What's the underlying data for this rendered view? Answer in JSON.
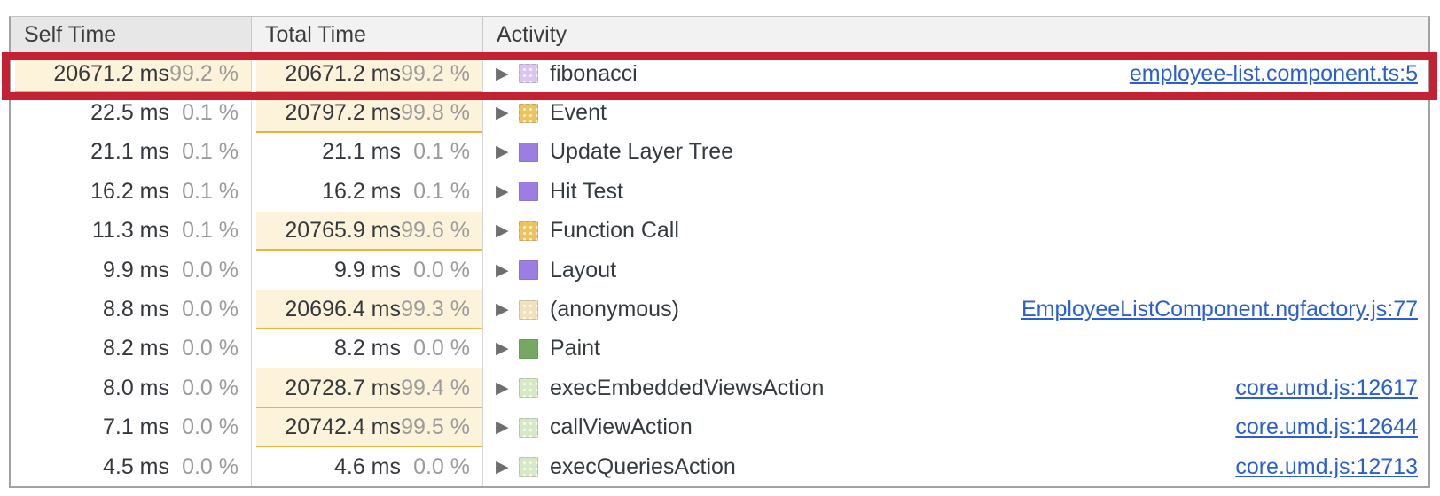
{
  "table": {
    "columns": [
      "Self Time",
      "Total Time",
      "Activity"
    ],
    "rows": [
      {
        "self_time": "20671.2 ms",
        "self_pct": "99.2 %",
        "self_highlight": true,
        "total_time": "20671.2 ms",
        "total_pct": "99.2 %",
        "total_highlight": true,
        "activity": "fibonacci",
        "icon": "script-lavender",
        "link": "employee-list.component.ts:5",
        "annotated": true
      },
      {
        "self_time": "22.5 ms",
        "self_pct": "0.1 %",
        "self_highlight": false,
        "total_time": "20797.2 ms",
        "total_pct": "99.8 %",
        "total_highlight": true,
        "activity": "Event",
        "icon": "scripting-gold",
        "link": ""
      },
      {
        "self_time": "21.1 ms",
        "self_pct": "0.1 %",
        "self_highlight": false,
        "total_time": "21.1 ms",
        "total_pct": "0.1 %",
        "total_highlight": false,
        "activity": "Update Layer Tree",
        "icon": "rendering-purple",
        "link": ""
      },
      {
        "self_time": "16.2 ms",
        "self_pct": "0.1 %",
        "self_highlight": false,
        "total_time": "16.2 ms",
        "total_pct": "0.1 %",
        "total_highlight": false,
        "activity": "Hit Test",
        "icon": "rendering-purple",
        "link": ""
      },
      {
        "self_time": "11.3 ms",
        "self_pct": "0.1 %",
        "self_highlight": false,
        "total_time": "20765.9 ms",
        "total_pct": "99.6 %",
        "total_highlight": true,
        "activity": "Function Call",
        "icon": "scripting-gold",
        "link": ""
      },
      {
        "self_time": "9.9 ms",
        "self_pct": "0.0 %",
        "self_highlight": false,
        "total_time": "9.9 ms",
        "total_pct": "0.0 %",
        "total_highlight": false,
        "activity": "Layout",
        "icon": "rendering-purple",
        "link": ""
      },
      {
        "self_time": "8.8 ms",
        "self_pct": "0.0 %",
        "self_highlight": false,
        "total_time": "20696.4 ms",
        "total_pct": "99.3 %",
        "total_highlight": true,
        "activity": "(anonymous)",
        "icon": "script-cream",
        "link": "EmployeeListComponent.ngfactory.js:77"
      },
      {
        "self_time": "8.2 ms",
        "self_pct": "0.0 %",
        "self_highlight": false,
        "total_time": "8.2 ms",
        "total_pct": "0.0 %",
        "total_highlight": false,
        "activity": "Paint",
        "icon": "painting-green",
        "link": ""
      },
      {
        "self_time": "8.0 ms",
        "self_pct": "0.0 %",
        "self_highlight": false,
        "total_time": "20728.7 ms",
        "total_pct": "99.4 %",
        "total_highlight": true,
        "activity": "execEmbeddedViewsAction",
        "icon": "script-lightgreen",
        "link": "core.umd.js:12617"
      },
      {
        "self_time": "7.1 ms",
        "self_pct": "0.0 %",
        "self_highlight": false,
        "total_time": "20742.4 ms",
        "total_pct": "99.5 %",
        "total_highlight": true,
        "activity": "callViewAction",
        "icon": "script-lightgreen",
        "link": "core.umd.js:12644"
      },
      {
        "self_time": "4.5 ms",
        "self_pct": "0.0 %",
        "self_highlight": false,
        "total_time": "4.6 ms",
        "total_pct": "0.0 %",
        "total_highlight": false,
        "activity": "execQueriesAction",
        "icon": "script-lightgreen",
        "link": "core.umd.js:12713"
      }
    ]
  },
  "icon_styles": {
    "script-lavender": {
      "bg": "#d9c7f1",
      "dotted": true
    },
    "scripting-gold": {
      "bg": "#f0c35a",
      "dotted": true
    },
    "rendering-purple": {
      "bg": "#9b7ee4",
      "dotted": false
    },
    "script-cream": {
      "bg": "#efe2ba",
      "dotted": true
    },
    "painting-green": {
      "bg": "#74a962",
      "dotted": false
    },
    "script-lightgreen": {
      "bg": "#d5e9c6",
      "dotted": true
    }
  },
  "colors": {
    "annotation_red": "#c42233",
    "highlight_bg": "#fcf3da",
    "highlight_underline": "#ecb43f",
    "link_blue": "#2a5ed4"
  },
  "icons": {
    "disclosure_triangle": "▶"
  }
}
